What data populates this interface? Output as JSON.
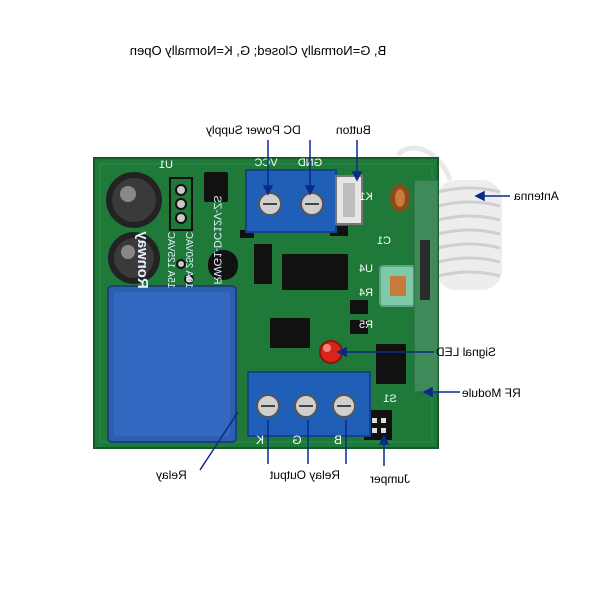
{
  "header": "B, G=Normally Closed; G, K=Normally Open",
  "callouts": {
    "dc_power_supply": "DC Power Supply",
    "button": "Button",
    "antenna": "Antenna",
    "signal_led": "Signal LED",
    "rf_module": "RF Module",
    "relay": "Relay",
    "relay_output": "Relay Output",
    "jumper": "Jumper"
  },
  "board_silkscreen": {
    "relay_brand": "Ronway",
    "relay_model": "RWG1-DC12V-ZS",
    "relay_rating_1": "15A 125VAC",
    "relay_rating_2": "10A 250VAC",
    "terminal_k": "K",
    "terminal_g": "G",
    "terminal_b": "B",
    "vcc": "VCC",
    "gnd": "GND",
    "k1": "K1",
    "u1": "U1",
    "u4": "U4",
    "r4": "R4",
    "r5": "R5",
    "s1": "S1",
    "c1": "C1"
  },
  "colors": {
    "pcb": "#1f7a3a",
    "pcb_dark": "#15592a",
    "relay_blue": "#2d5fb0",
    "terminal_blue": "#1f5fb8",
    "led_red": "#d8251c",
    "antenna_white": "#f3f3f3",
    "inductor_green": "#7ec9a8"
  }
}
